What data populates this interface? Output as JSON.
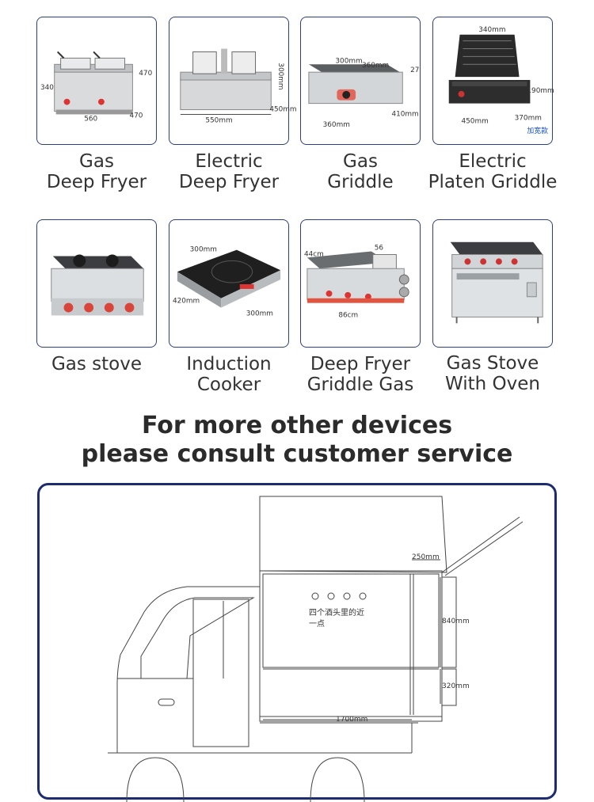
{
  "products": [
    {
      "icon": "gas-deep-fryer-image",
      "line1": "Gas",
      "line2": "Deep Fryer"
    },
    {
      "icon": "electric-deep-fryer-image",
      "line1": "Electric",
      "line2": "Deep Fryer"
    },
    {
      "icon": "gas-griddle-image",
      "line1": "Gas",
      "line2": "Griddle"
    },
    {
      "icon": "electric-platen-griddle-image",
      "line1": "Electric",
      "line2": "Platen Griddle"
    },
    {
      "icon": "gas-stove-image",
      "line1": "Gas stove",
      "line2": ""
    },
    {
      "icon": "induction-cooker-image",
      "line1": "Induction",
      "line2": "Cooker"
    },
    {
      "icon": "deep-fryer-griddle-gas-image",
      "line1": "Deep Fryer",
      "line2": "Griddle Gas"
    },
    {
      "icon": "gas-stove-with-oven-image",
      "line1": "Gas Stove",
      "line2": "With Oven"
    }
  ],
  "image_labels": {
    "fryer_w": "560",
    "fryer_d": "470",
    "fryer_h1": "340",
    "fryer_h2": "470",
    "efryer_w": "550mm",
    "efryer_d": "450mm",
    "efryer_h": "300mm",
    "griddle_top": "300mm",
    "griddle_top2": "360mm",
    "griddle_w": "360mm",
    "griddle_d": "410mm",
    "griddle_h": "27",
    "platen_tag": "加宽款",
    "platen_w": "450mm",
    "platen_d": "370mm",
    "platen_h": "190mm",
    "platen_top": "340mm",
    "induction_w": "300mm",
    "induction_d": "420mm",
    "induction_top": "300mm",
    "combo_w": "86cm",
    "combo_d": "44cm",
    "combo_h": "56"
  },
  "headline": {
    "line1": "For more other devices",
    "line2": "please consult customer service"
  },
  "drawing": {
    "dim_top": "250mm",
    "dim_side": "840mm",
    "dim_lower": "320mm",
    "dim_width": "1700mm",
    "note_line1": "四个酒头里的近",
    "note_line2": "一点"
  }
}
